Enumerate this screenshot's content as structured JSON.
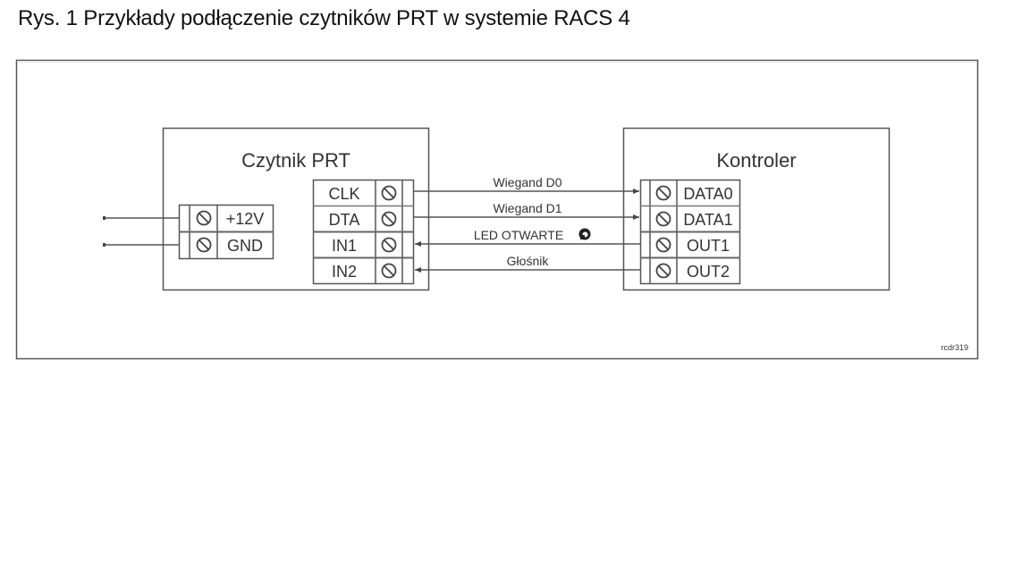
{
  "title": "Rys. 1 Przykłady podłączenie czytników PRT w systemie RACS 4",
  "figure_code": "rcdr319",
  "reader": {
    "name": "Czytnik PRT",
    "power_terminals": [
      "+12V",
      "GND"
    ],
    "signal_terminals": [
      "CLK",
      "DTA",
      "IN1",
      "IN2"
    ]
  },
  "controller": {
    "name": "Kontroler",
    "terminals": [
      "DATA0",
      "DATA1",
      "OUT1",
      "OUT2"
    ]
  },
  "connections": [
    {
      "label": "Wiegand D0",
      "from": "CLK",
      "to": "DATA0",
      "direction": "to-controller"
    },
    {
      "label": "Wiegand D1",
      "from": "DTA",
      "to": "DATA1",
      "direction": "to-controller"
    },
    {
      "label": "LED OTWARTE",
      "from": "OUT1",
      "to": "IN1",
      "direction": "to-reader",
      "icon": "padlock-open-icon"
    },
    {
      "label": "Głośnik",
      "from": "OUT2",
      "to": "IN2",
      "direction": "to-reader"
    }
  ]
}
